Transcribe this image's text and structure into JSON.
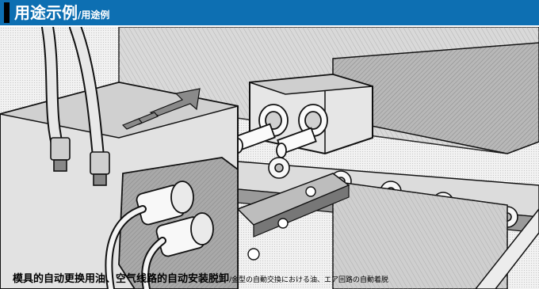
{
  "header": {
    "title_main": "用途示例",
    "title_sub": "/用途例"
  },
  "caption": {
    "main": "模具的自动更换用油、空气线路的自动安装脱卸",
    "sub": "/金型の自動交換における油、エア回路の自動着脱"
  },
  "colors": {
    "header_bg": "#0d6fb2",
    "header_text": "#ffffff"
  }
}
